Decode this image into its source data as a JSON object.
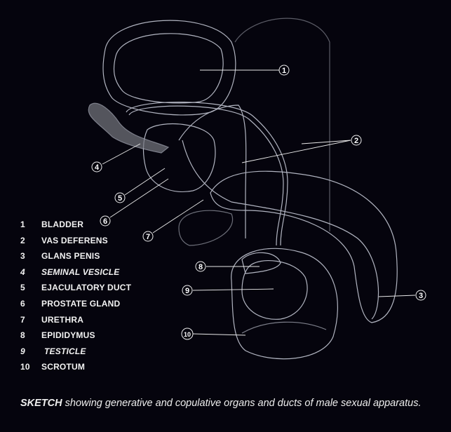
{
  "legend": [
    {
      "num": "1",
      "label": "BLADDER"
    },
    {
      "num": "2",
      "label": "VAS DEFERENS"
    },
    {
      "num": "3",
      "label": "GLANS PENIS"
    },
    {
      "num": "4",
      "label": "SEMINAL VESICLE"
    },
    {
      "num": "5",
      "label": "EJACULATORY DUCT"
    },
    {
      "num": "6",
      "label": "PROSTATE GLAND"
    },
    {
      "num": "7",
      "label": "URETHRA"
    },
    {
      "num": "8",
      "label": "EPIDIDYMUS"
    },
    {
      "num": "9",
      "label": "TESTICLE"
    },
    {
      "num": "10",
      "label": "SCROTUM"
    }
  ],
  "callouts": [
    "1",
    "2",
    "3",
    "4",
    "5",
    "6",
    "7",
    "8",
    "9",
    "10"
  ],
  "caption": {
    "bold": "SKETCH",
    "text": " showing generative and copulative organs and ducts of male sexual apparatus."
  }
}
